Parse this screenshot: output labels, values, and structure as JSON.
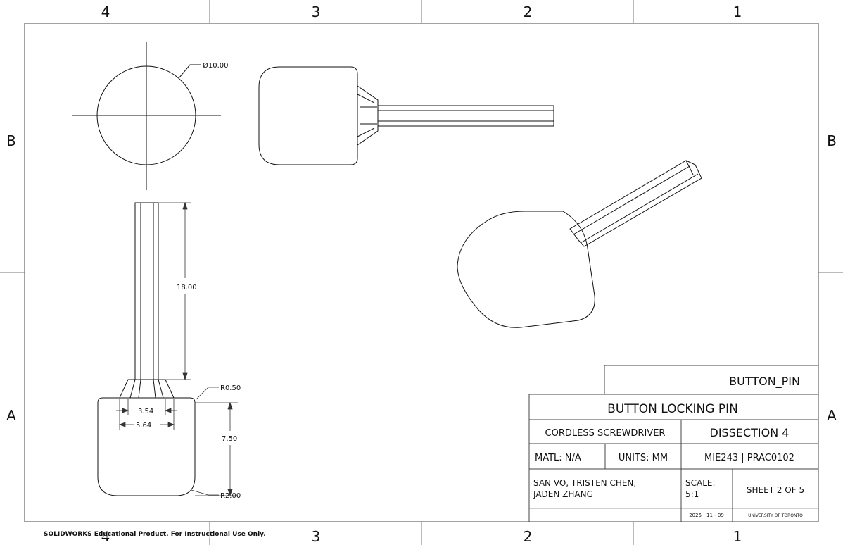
{
  "zones": {
    "top": [
      "4",
      "3",
      "2",
      "1"
    ],
    "bottom": [
      "4",
      "3",
      "2",
      "1"
    ],
    "left": [
      "B",
      "A"
    ],
    "right": [
      "B",
      "A"
    ]
  },
  "dimensions": {
    "diameter": "Ø10.00",
    "shaft_length": "18.00",
    "fillet_top": "R0.50",
    "inner_width": "3.54",
    "outer_width": "5.64",
    "head_height": "7.50",
    "fillet_bottom": "R2.00"
  },
  "title_block": {
    "file_name": "BUTTON_PIN",
    "part_name": "BUTTON LOCKING PIN",
    "assembly": "CORDLESS SCREWDRIVER",
    "dissection": "DISSECTION 4",
    "material": "MATL: N/A",
    "units": "UNITS: MM",
    "course": "MIE243 | PRAC0102",
    "authors_line1": "SAN VO, TRISTEN CHEN,",
    "authors_line2": "JADEN ZHANG",
    "scale_line1": "SCALE:",
    "scale_line2": "5:1",
    "sheet": "SHEET 2 OF 5",
    "date": "2025 - 11 - 09",
    "institution": "UNIVERSITY OF TORONTO"
  },
  "watermark": "SOLIDWORKS Educational Product. For Instructional Use Only."
}
